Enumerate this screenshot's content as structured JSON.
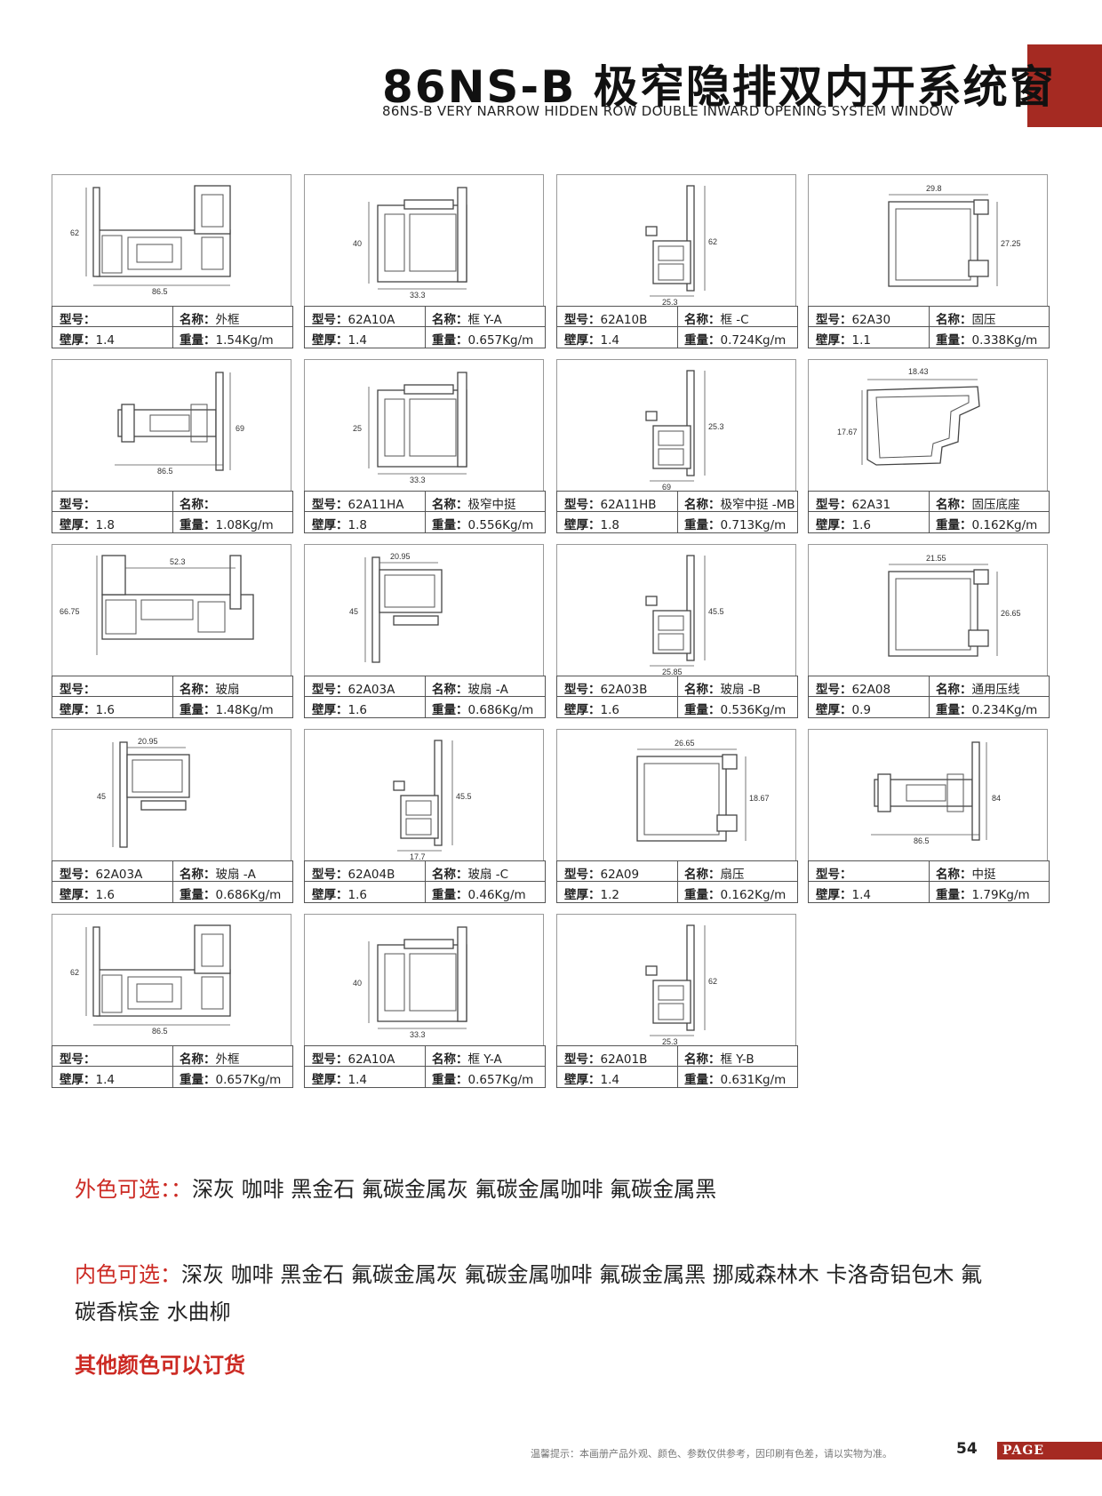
{
  "header": {
    "title_zh": "86NS-B 极窄隐排双内开系统窗",
    "title_en": "86NS-B VERY NARROW HIDDEN ROW DOUBLE INWARD OPENING SYSTEM WINDOW"
  },
  "labels": {
    "model": "型号：",
    "name": "名称：",
    "thickness": "壁厚：",
    "weight": "重量："
  },
  "profiles": [
    {
      "model": "",
      "name": "外框",
      "thickness": "1.4",
      "weight": "1.54Kg/m",
      "dims": [
        "62",
        "86.5"
      ],
      "shape": "frame"
    },
    {
      "model": "62A10A",
      "name": "框 Y-A",
      "thickness": "1.4",
      "weight": "0.657Kg/m",
      "dims": [
        "40",
        "33.3"
      ],
      "shape": "box"
    },
    {
      "model": "62A10B",
      "name": "框 -C",
      "thickness": "1.4",
      "weight": "0.724Kg/m",
      "dims": [
        "62",
        "25.3"
      ],
      "shape": "narrow"
    },
    {
      "model": "62A30",
      "name": "固压",
      "thickness": "1.1",
      "weight": "0.338Kg/m",
      "dims": [
        "29.8",
        "27.25"
      ],
      "shape": "bead"
    },
    {
      "model": "",
      "name": "",
      "thickness": "1.8",
      "weight": "1.08Kg/m",
      "dims": [
        "69",
        "86.5"
      ],
      "shape": "mullion"
    },
    {
      "model": "62A11HA",
      "name": "极窄中挺",
      "thickness": "1.8",
      "weight": "0.556Kg/m",
      "dims": [
        "25",
        "33.3"
      ],
      "shape": "box"
    },
    {
      "model": "62A11HB",
      "name": "极窄中挺 -MB",
      "thickness": "1.8",
      "weight": "0.713Kg/m",
      "dims": [
        "25.3",
        "69"
      ],
      "shape": "narrow"
    },
    {
      "model": "62A31",
      "name": "固压底座",
      "thickness": "1.6",
      "weight": "0.162Kg/m",
      "dims": [
        "18.43",
        "17.67"
      ],
      "shape": "base"
    },
    {
      "model": "",
      "name": "玻扇",
      "thickness": "1.6",
      "weight": "1.48Kg/m",
      "dims": [
        "52.3",
        "66.75"
      ],
      "shape": "sash"
    },
    {
      "model": "62A03A",
      "name": "玻扇 -A",
      "thickness": "1.6",
      "weight": "0.686Kg/m",
      "dims": [
        "20.95",
        "45"
      ],
      "shape": "tbox"
    },
    {
      "model": "62A03B",
      "name": "玻扇 -B",
      "thickness": "1.6",
      "weight": "0.536Kg/m",
      "dims": [
        "45.5",
        "25.85"
      ],
      "shape": "narrow"
    },
    {
      "model": "62A08",
      "name": "通用压线",
      "thickness": "0.9",
      "weight": "0.234Kg/m",
      "dims": [
        "21.55",
        "26.65"
      ],
      "shape": "bead"
    },
    {
      "model": "62A03A",
      "name": "玻扇 -A",
      "thickness": "1.6",
      "weight": "0.686Kg/m",
      "dims": [
        "20.95",
        "45"
      ],
      "shape": "tbox"
    },
    {
      "model": "62A04B",
      "name": "玻扇 -C",
      "thickness": "1.6",
      "weight": "0.46Kg/m",
      "dims": [
        "45.5",
        "17.7"
      ],
      "shape": "narrow"
    },
    {
      "model": "62A09",
      "name": "扇压",
      "thickness": "1.2",
      "weight": "0.162Kg/m",
      "dims": [
        "26.65",
        "18.67"
      ],
      "shape": "bead"
    },
    {
      "model": "",
      "name": "中挺",
      "thickness": "1.4",
      "weight": "1.79Kg/m",
      "dims": [
        "84",
        "86.5"
      ],
      "shape": "mullion"
    },
    {
      "model": "",
      "name": "外框",
      "thickness": "1.4",
      "weight": "0.657Kg/m",
      "dims": [
        "62",
        "86.5"
      ],
      "shape": "frame"
    },
    {
      "model": "62A10A",
      "name": "框 Y-A",
      "thickness": "1.4",
      "weight": "0.657Kg/m",
      "dims": [
        "40",
        "33.3"
      ],
      "shape": "box"
    },
    {
      "model": "62A01B",
      "name": "框 Y-B",
      "thickness": "1.4",
      "weight": "0.631Kg/m",
      "dims": [
        "62",
        "25.3"
      ],
      "shape": "narrow"
    }
  ],
  "colors": {
    "outer_label": "外色可选：：",
    "outer_values": "深灰 咖啡 黑金石 氟碳金属灰 氟碳金属咖啡 氟碳金属黑",
    "inner_label": "内色可选：",
    "inner_values_line1": "深灰 咖啡 黑金石 氟碳金属灰 氟碳金属咖啡 氟碳金属黑 挪威森林木 卡洛奇铝包木 氟",
    "inner_values_line2": "碳香槟金 水曲柳",
    "note": "其他颜色可以订货"
  },
  "footer": {
    "tip": "温馨提示：本画册产品外观、颜色、参数仅供参考，因印刷有色差，请以实物为准。",
    "page_number": "54",
    "page_label": "PAGE"
  },
  "theme": {
    "accent": "#a52a22",
    "label_red": "#cc2a23"
  }
}
